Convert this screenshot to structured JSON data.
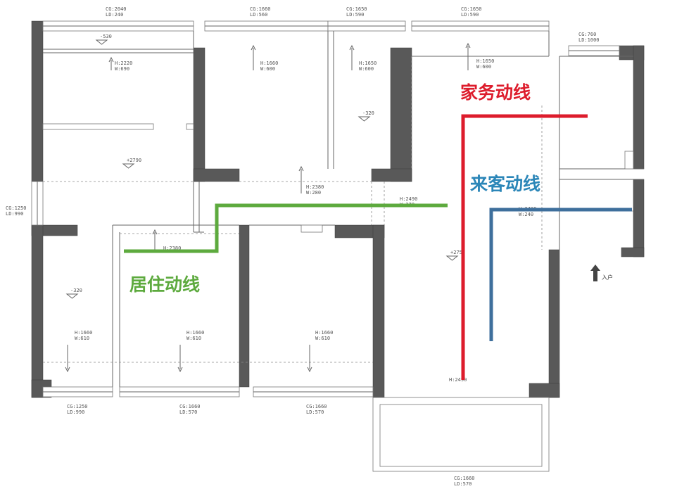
{
  "flow_lines": {
    "household": {
      "label": "家务动线",
      "color": "#dd1c2c"
    },
    "guest": {
      "label": "来客动线",
      "color": "#2b86b8"
    },
    "living": {
      "label": "居住动线",
      "color": "#5daa3e"
    },
    "guest_line_color": "#3e6f9c"
  },
  "entrance_label": "入户",
  "annotations": {
    "win_top_1": [
      "CG:2040",
      "LD:240"
    ],
    "win_top_2": [
      "CG:1660",
      "LD:560"
    ],
    "win_top_3": [
      "CG:1650",
      "LD:590"
    ],
    "win_top_4": [
      "CG:1650",
      "LD:590"
    ],
    "win_top_5": [
      "CG:760",
      "LD:1000"
    ],
    "win_left": [
      "CG:1250",
      "LD:990"
    ],
    "win_bot_1": [
      "CG:1250",
      "LD:990"
    ],
    "win_bot_2": [
      "CG:1660",
      "LD:570"
    ],
    "win_bot_3": [
      "CG:1660",
      "LD:570"
    ],
    "win_bot_4": [
      "CG:1660",
      "LD:570"
    ],
    "level_530": "-530",
    "door_a": [
      "H:2220",
      "W:690"
    ],
    "door_b": [
      "H:1660",
      "W:600"
    ],
    "door_c": [
      "H:1650",
      "W:600"
    ],
    "door_d": [
      "H:1650",
      "W:600"
    ],
    "level_320_top": "-320",
    "level_2790": "+2790",
    "door_e": [
      "H:2380",
      "W:280"
    ],
    "door_f": [
      "H:2490",
      "W:270"
    ],
    "door_g": [
      "H:2490",
      "W:240"
    ],
    "door_h": "H:2380",
    "level_275": "+275",
    "level_320_left": "-320",
    "door_i": [
      "H:1660",
      "W:610"
    ],
    "door_j": [
      "H:1660",
      "W:610"
    ],
    "door_k": [
      "H:1660",
      "W:610"
    ],
    "door_l": "H:2490"
  }
}
